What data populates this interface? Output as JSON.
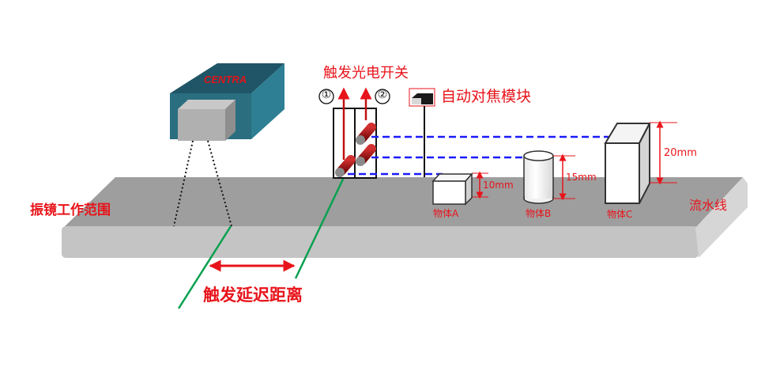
{
  "diagram": {
    "camera": {
      "brand_label": "CENTRA"
    },
    "labels": {
      "galvo_range": "振镜工作范围",
      "trigger_photo_switch": "触发光电开关",
      "autofocus_module": "自动对焦模块",
      "trigger_delay_distance": "触发延迟距离",
      "conveyor": "流水线"
    },
    "switch_markers": [
      "①",
      "②"
    ],
    "objects": [
      {
        "name": "物体A",
        "height_label": "10mm",
        "shape": "cube"
      },
      {
        "name": "物体B",
        "height_label": "15mm",
        "shape": "cylinder"
      },
      {
        "name": "物体C",
        "height_label": "20mm",
        "shape": "box"
      }
    ],
    "colors": {
      "label_red": "#e8141b",
      "camera_teal": "#2a6e80",
      "conveyor_top": "#9e9e9e",
      "conveyor_front": "#c4c4c4",
      "beam_blue": "#1a1aff",
      "delay_line_green": "#0aa050",
      "sensor_red": "#a01010"
    }
  }
}
